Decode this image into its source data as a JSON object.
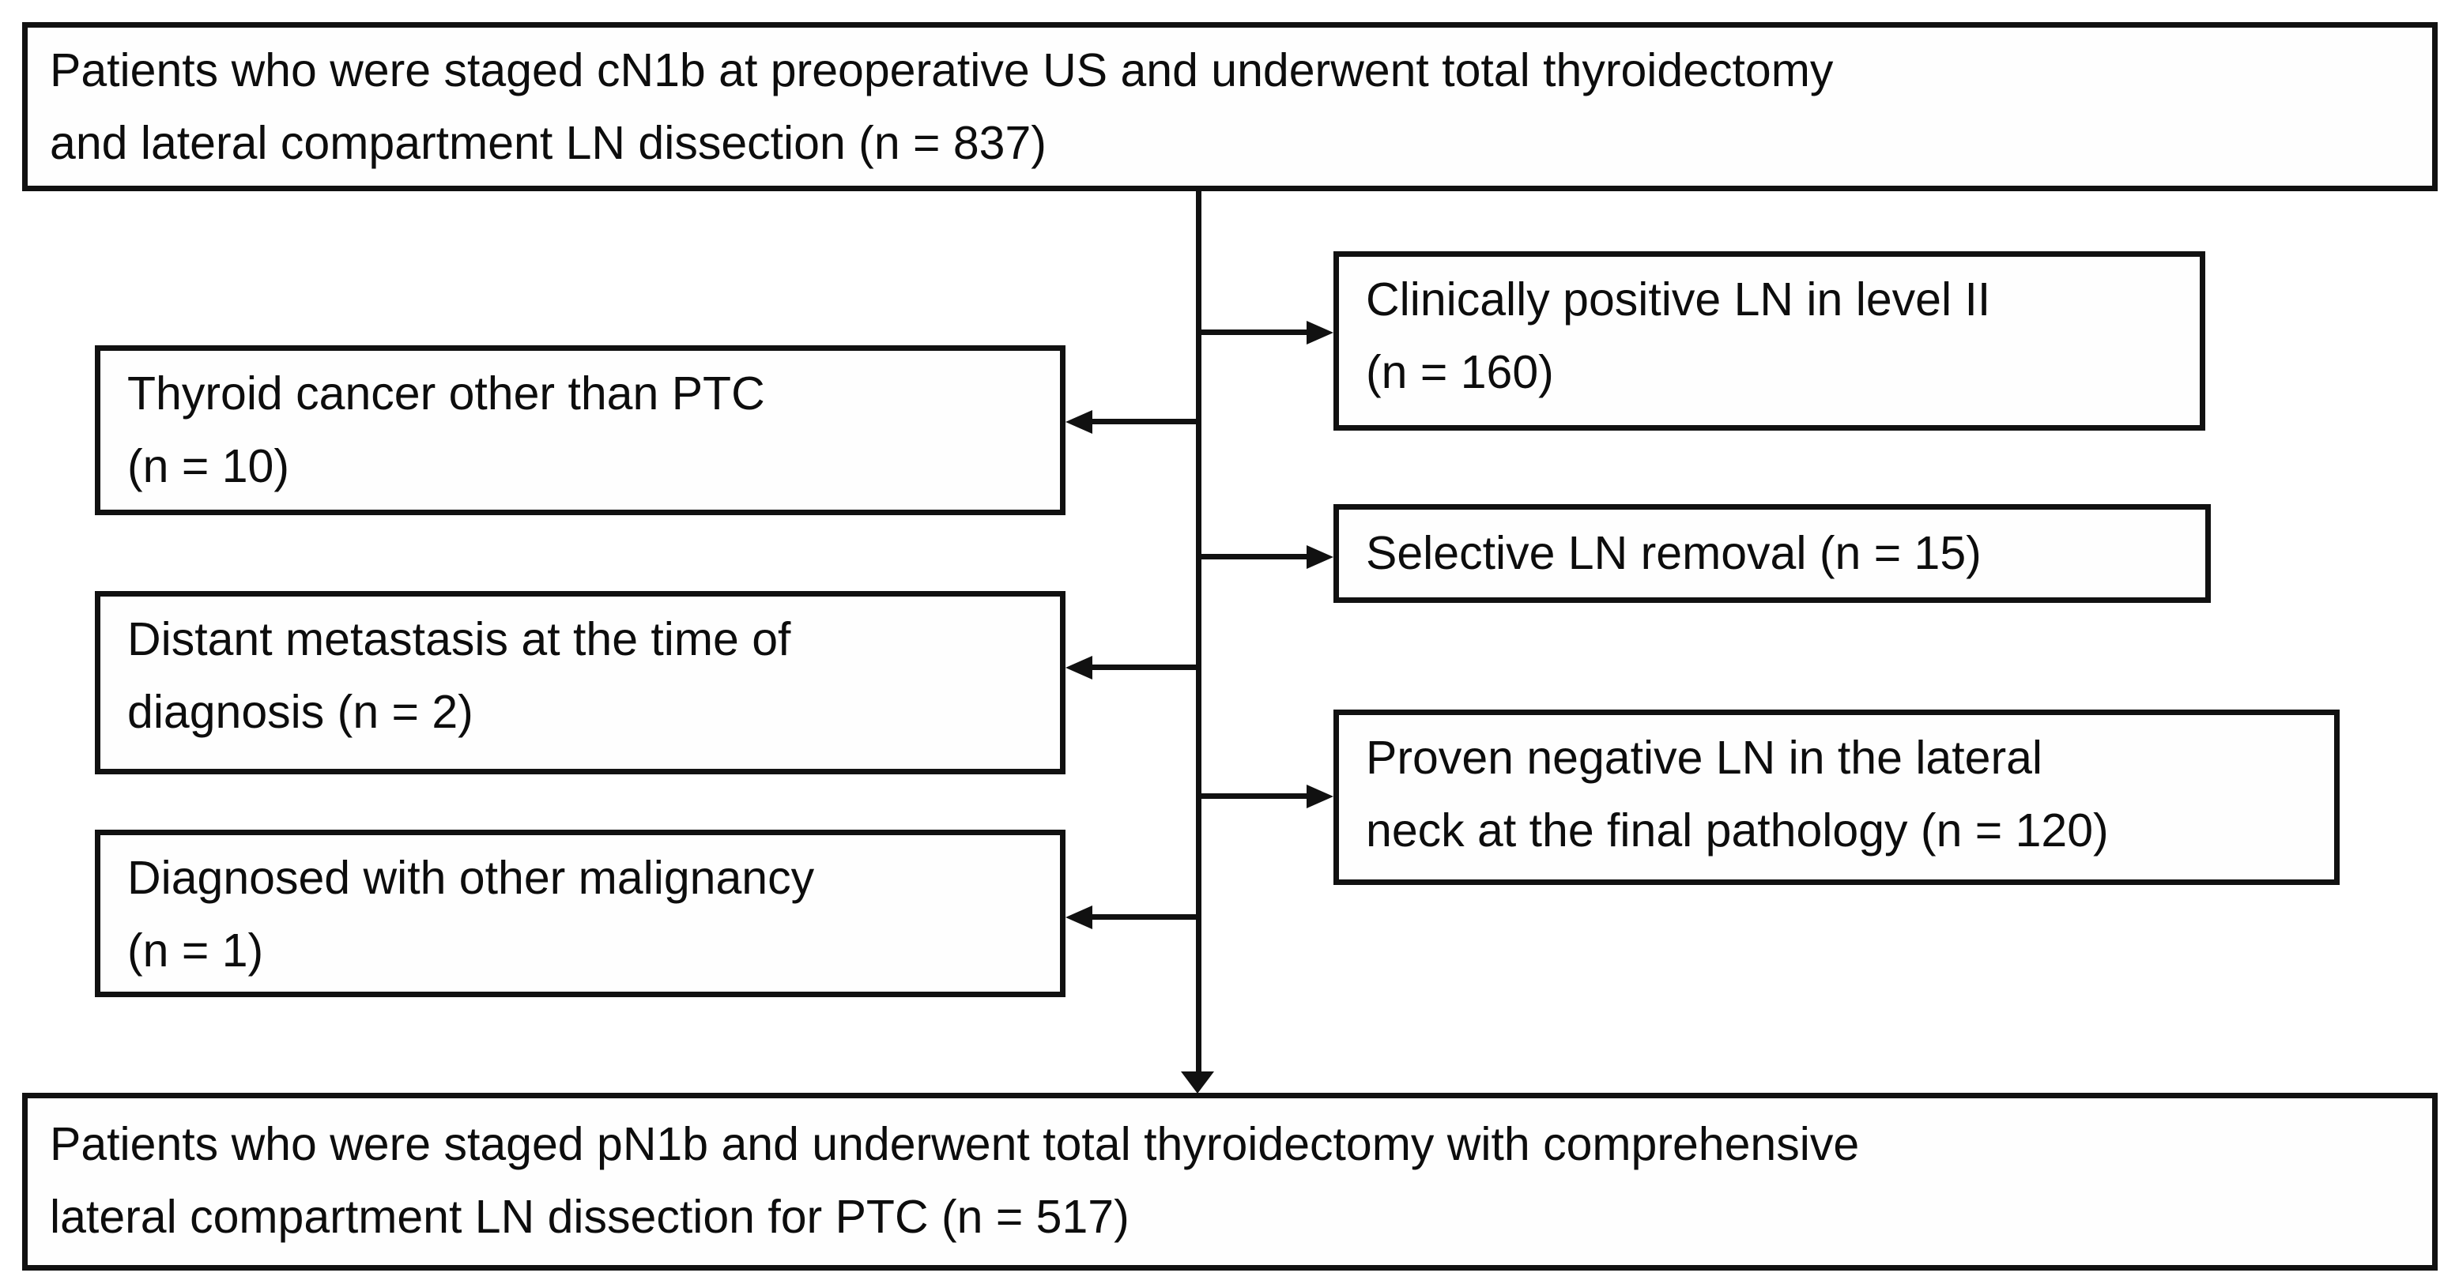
{
  "flowchart": {
    "start": {
      "text": "Patients who were staged cN1b at preoperative US and underwent total thyroidectomy and lateral compartment LN dissection (n = 837)",
      "lines": [
        "Patients who were staged cN1b at preoperative US and underwent total thyroidectomy",
        "and lateral compartment LN dissection (n = 837)"
      ],
      "n": 837
    },
    "exclusions_right": [
      {
        "text": "Clinically positive LN in level II (n = 160)",
        "lines": [
          "Clinically positive LN in level II",
          "(n = 160)"
        ],
        "n": 160
      },
      {
        "text": "Selective LN removal (n = 15)",
        "lines": [
          "Selective LN removal (n = 15)"
        ],
        "n": 15
      },
      {
        "text": "Proven negative LN in the lateral neck at the final pathology (n = 120)",
        "lines": [
          "Proven negative LN in the lateral",
          "neck at the final pathology (n = 120)"
        ],
        "n": 120
      }
    ],
    "exclusions_left": [
      {
        "text": "Thyroid cancer other than PTC (n = 10)",
        "lines": [
          "Thyroid cancer other than PTC",
          "(n = 10)"
        ],
        "n": 10
      },
      {
        "text": "Distant metastasis at the time of diagnosis (n = 2)",
        "lines": [
          "Distant metastasis at the time of",
          "diagnosis (n = 2)"
        ],
        "n": 2
      },
      {
        "text": "Diagnosed with other malignancy (n = 1)",
        "lines": [
          "Diagnosed with other malignancy",
          "(n = 1)"
        ],
        "n": 1
      }
    ],
    "end": {
      "text": "Patients who were staged pN1b and underwent total thyroidectomy with comprehensive lateral compartment LN dissection for PTC (n = 517)",
      "lines": [
        "Patients who were staged pN1b and underwent total thyroidectomy with comprehensive",
        "lateral compartment LN dissection for PTC (n = 517)"
      ],
      "n": 517
    },
    "edges": [
      {
        "from": "start",
        "to": "clinically-positive-ln-level-ii",
        "direction": "right"
      },
      {
        "from": "start",
        "to": "thyroid-cancer-other-than-ptc",
        "direction": "left"
      },
      {
        "from": "start",
        "to": "selective-ln-removal",
        "direction": "right"
      },
      {
        "from": "start",
        "to": "distant-metastasis-at-diagnosis",
        "direction": "left"
      },
      {
        "from": "start",
        "to": "proven-negative-ln-lateral-neck",
        "direction": "right"
      },
      {
        "from": "start",
        "to": "diagnosed-with-other-malignancy",
        "direction": "left"
      },
      {
        "from": "start",
        "to": "end",
        "direction": "down"
      }
    ],
    "icons": [
      "arrowhead-right",
      "arrowhead-left",
      "arrowhead-down"
    ],
    "colors": {
      "line": "#111111",
      "text": "#0d0d0d",
      "box_fill": "#fefefe",
      "background": "#ffffff"
    }
  }
}
